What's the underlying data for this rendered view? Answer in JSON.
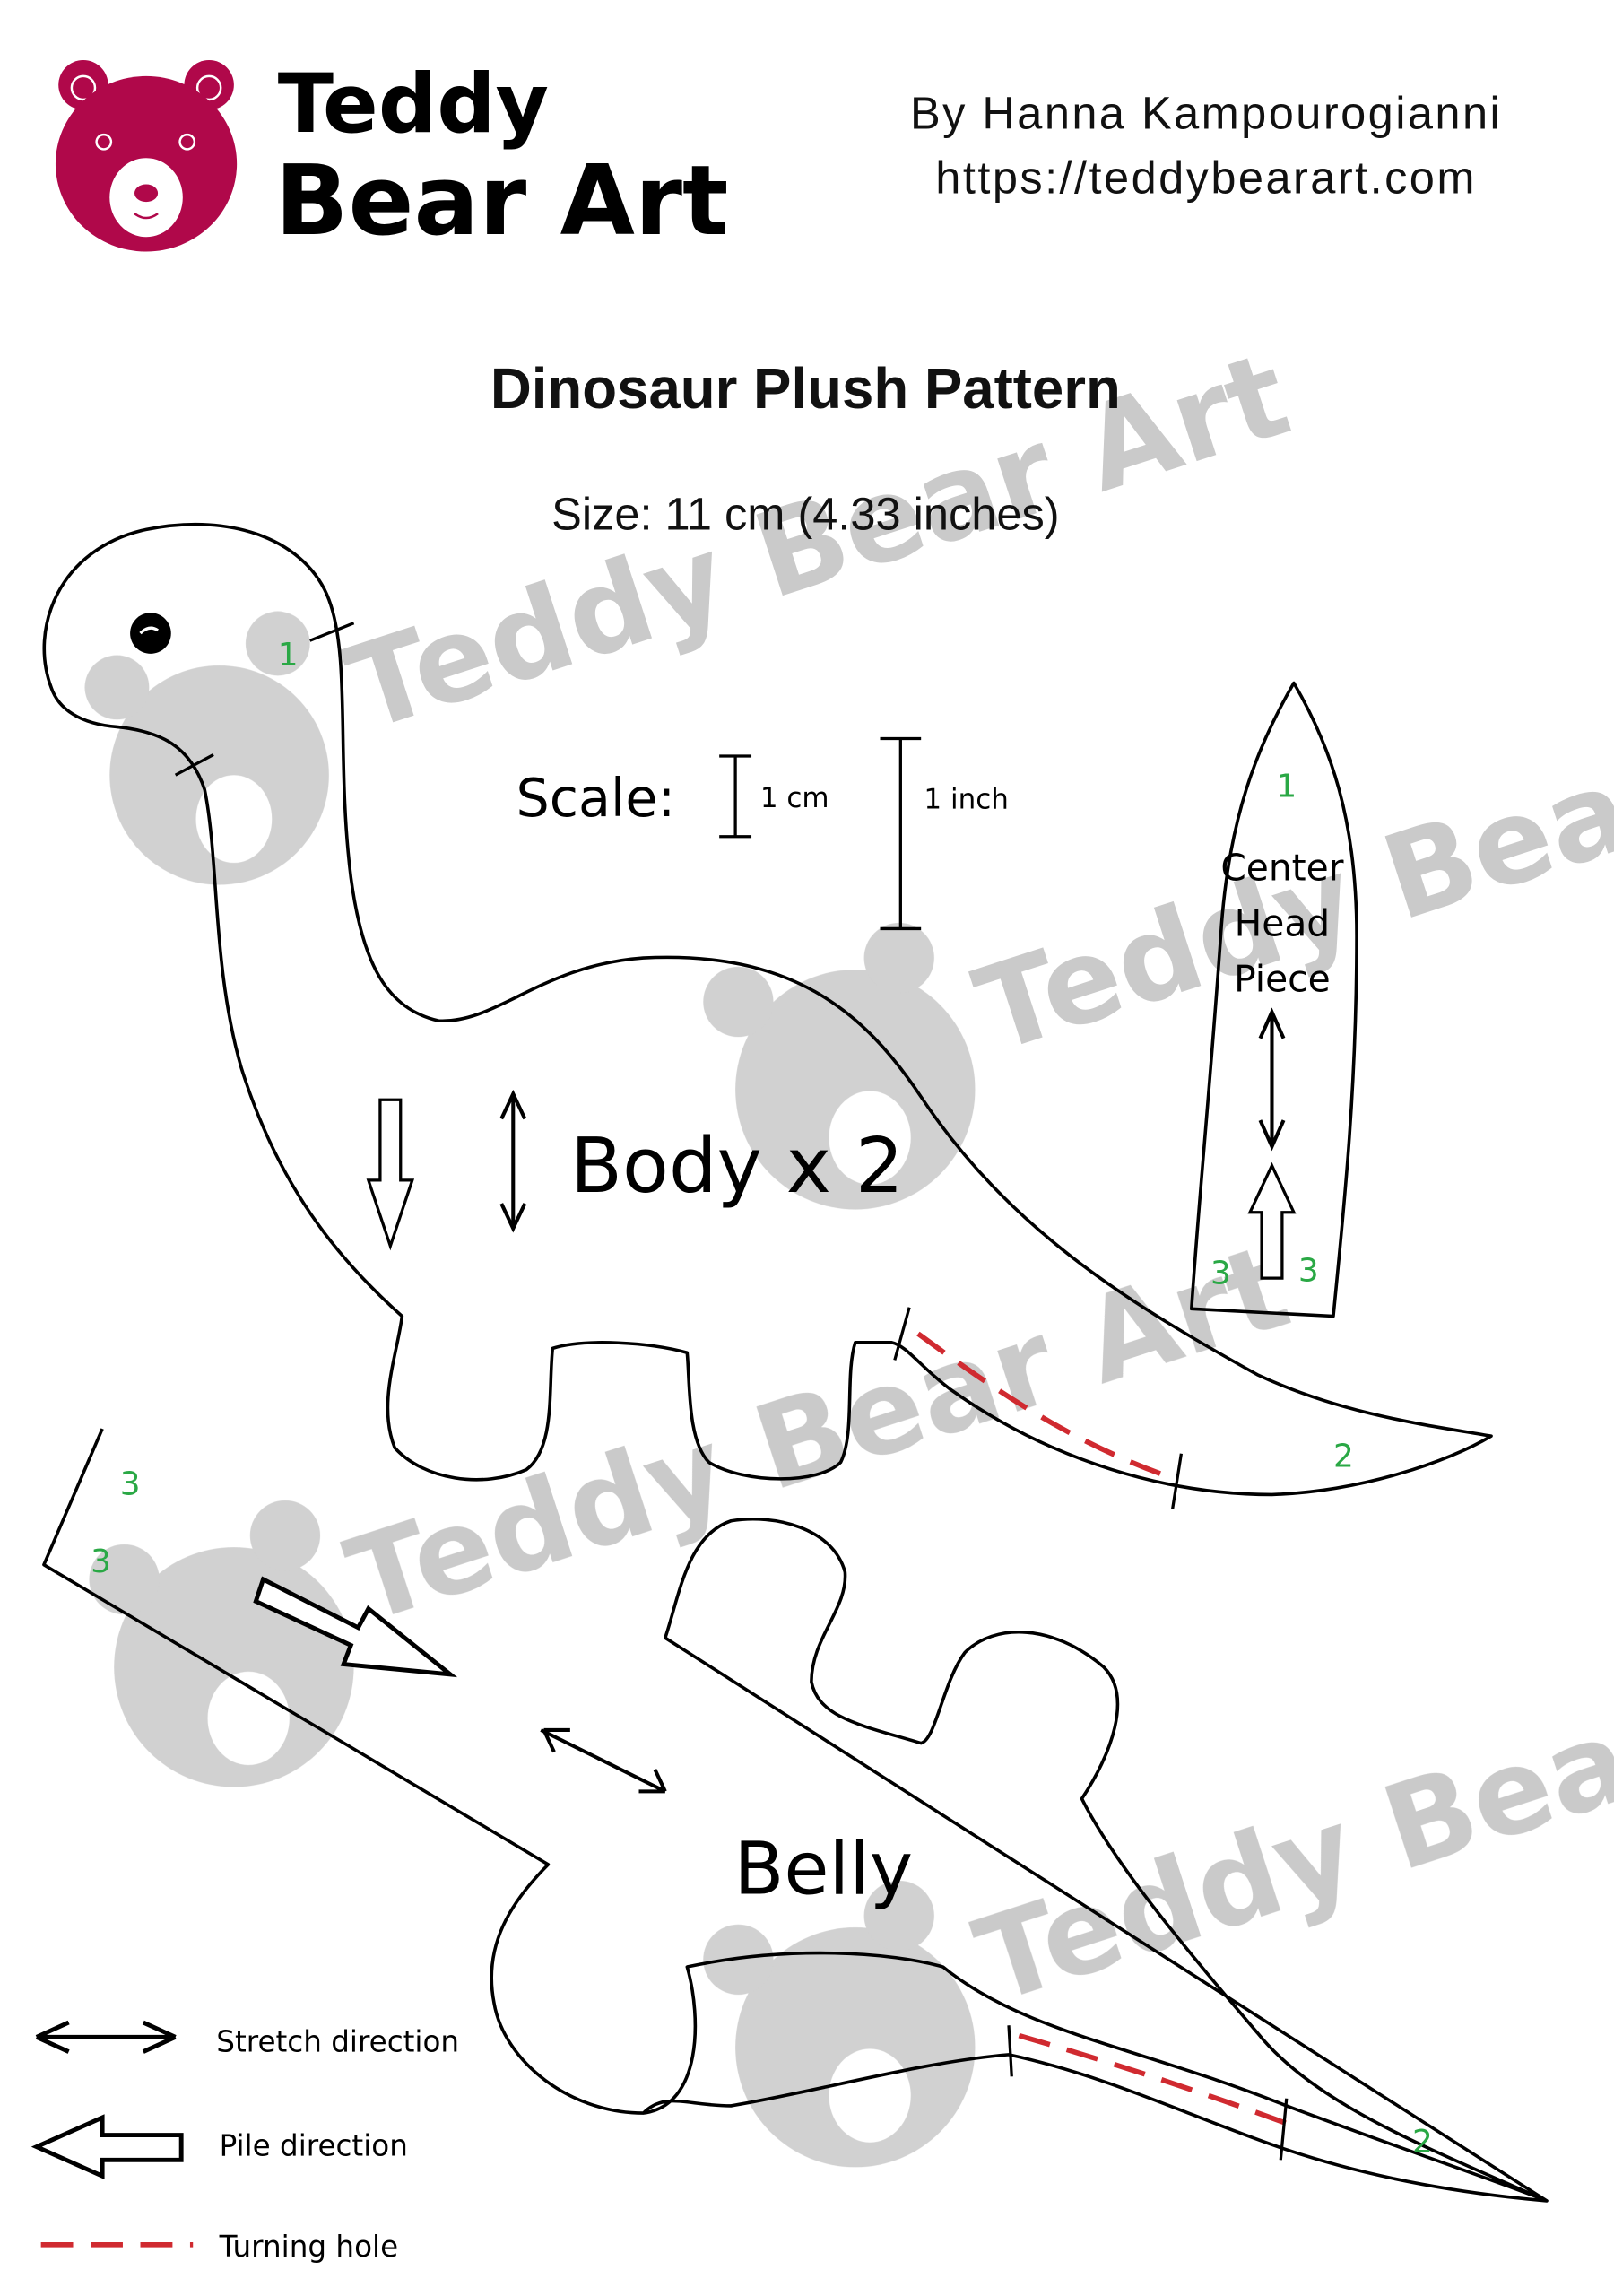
{
  "logo": {
    "line1": "Teddy",
    "line2": "Bear Art",
    "color": "#b0084a"
  },
  "author": {
    "byline": "By Hanna Kampourogianni",
    "url": "https://teddybearart.com"
  },
  "title": "Dinosaur Plush Pattern",
  "size": "Size: 11 cm (4.33 inches)",
  "scale": {
    "label": "Scale:",
    "cm": "1 cm",
    "inch": "1 inch"
  },
  "pieces": {
    "body": "Body x 2",
    "center_head": [
      "Center",
      "Head",
      "Piece"
    ],
    "belly": "Belly"
  },
  "marks": {
    "one": "1",
    "two": "2",
    "three": "3"
  },
  "legend": {
    "stretch": "Stretch direction",
    "pile": "Pile direction",
    "turning": "Turning hole"
  },
  "watermark_text": "Teddy Bear Art",
  "colors": {
    "turning_hole": "#d02a30",
    "match_numbers": "#2aa845",
    "watermark": "#c8c8c8"
  }
}
